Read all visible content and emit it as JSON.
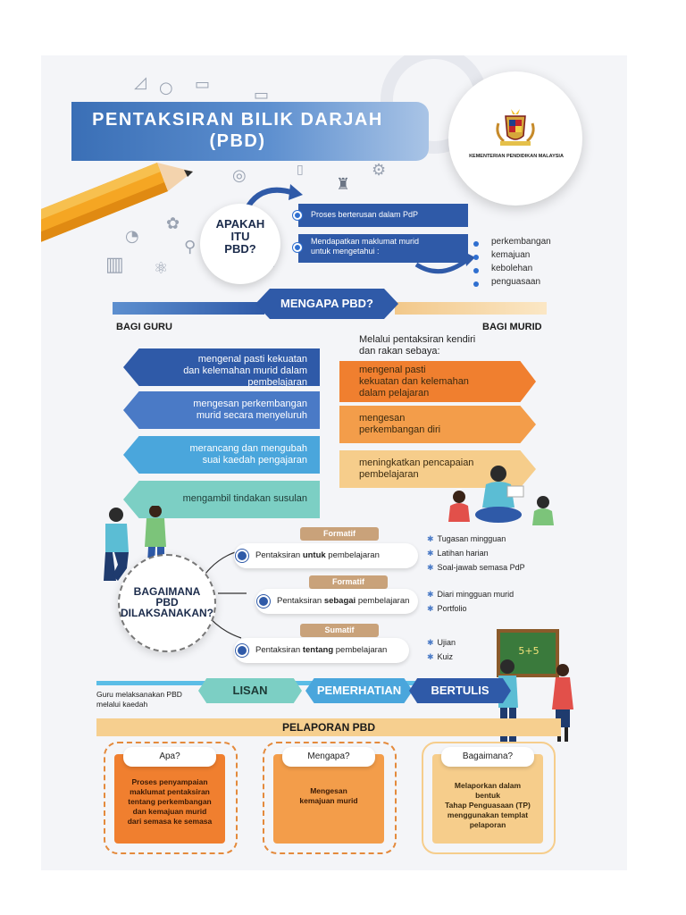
{
  "header": {
    "title": "PENTAKSIRAN BILIK DARJAH\n(PBD)",
    "title_line1": "PENTAKSIRAN BILIK DARJAH",
    "title_line2": "(PBD)",
    "ministry": "KEMENTERIAN PENDIDIKAN MALAYSIA"
  },
  "apakah": {
    "question_line1": "APAKAH",
    "question_line2": "ITU",
    "question_line3": "PBD?",
    "def1": "Proses berterusan dalam PdP",
    "def2_line1": "Mendapatkan maklumat murid",
    "def2_line2": "untuk mengetahui :",
    "knowledge": [
      "perkembangan",
      "kemajuan",
      "kebolehan",
      "penguasaan"
    ]
  },
  "mengapa": {
    "title": "MENGAPA PBD?",
    "guru_label": "BAGI GURU",
    "murid_label": "BAGI MURID",
    "murid_intro_line1": "Melalui pentaksiran kendiri",
    "murid_intro_line2": "dan rakan sebaya:",
    "guru_items": [
      {
        "l1": "mengenal pasti kekuatan",
        "l2": "dan kelemahan murid dalam",
        "l3": "pembelajaran"
      },
      {
        "l1": "mengesan perkembangan",
        "l2": "murid secara menyeluruh",
        "l3": ""
      },
      {
        "l1": "merancang dan mengubah",
        "l2": "suai kaedah pengajaran",
        "l3": ""
      },
      {
        "l1": "mengambil tindakan susulan",
        "l2": "",
        "l3": ""
      }
    ],
    "murid_items": [
      {
        "l1": "mengenal pasti",
        "l2": "kekuatan dan kelemahan",
        "l3": "dalam pelajaran"
      },
      {
        "l1": "mengesan",
        "l2": "perkembangan diri",
        "l3": ""
      },
      {
        "l1": "meningkatkan pencapaian",
        "l2": "pembelajaran",
        "l3": ""
      }
    ]
  },
  "bagaimana": {
    "q_line1": "BAGAIMANA",
    "q_line2": "PBD",
    "q_line3": "DILAKSANAKAN?",
    "rows": [
      {
        "tag": "Formatif",
        "pre": "Pentaksiran ",
        "bold": "untuk",
        "post": " pembelajaran",
        "items": [
          "Tugasan mingguan",
          "Latihan harian",
          "Soal-jawab semasa PdP"
        ]
      },
      {
        "tag": "Formatif",
        "pre": "Pentaksiran ",
        "bold": "sebagai",
        "post": " pembelajaran",
        "items": [
          "Diari mingguan murid",
          "Portfolio"
        ]
      },
      {
        "tag": "Sumatif",
        "pre": "Pentaksiran ",
        "bold": "tentang",
        "post": " pembelajaran",
        "items": [
          "Ujian",
          "Kuiz"
        ]
      }
    ]
  },
  "kaedah": {
    "intro_line1": "Guru melaksanakan PBD",
    "intro_line2": "melalui kaedah",
    "methods": [
      "LISAN",
      "PEMERHATIAN",
      "BERTULIS"
    ],
    "board_text": "5+5"
  },
  "pelaporan": {
    "title": "PELAPORAN PBD",
    "cards": [
      {
        "head": "Apa?",
        "lines": [
          "Proses penyampaian",
          "maklumat pentaksiran",
          "tentang perkembangan",
          "dan kemajuan murid",
          "dari semasa ke semasa"
        ]
      },
      {
        "head": "Mengapa?",
        "lines": [
          "Mengesan",
          "kemajuan murid"
        ]
      },
      {
        "head": "Bagaimana?",
        "lines": [
          "Melaporkan dalam",
          "bentuk",
          "Tahap Penguasaan (TP)",
          "menggunakan templat",
          "pelaporan"
        ]
      }
    ]
  },
  "colors": {
    "blue_dark": "#2f5aa8",
    "blue_mid": "#4a7ac6",
    "blue_light": "#4aa6dc",
    "teal": "#7ccfc4",
    "orange": "#f07f2f",
    "orange_light": "#f6cd8b",
    "tan": "#c9a27a"
  },
  "icons": [
    "pencil-icon",
    "crest-icon",
    "book-icon",
    "lightbulb-icon",
    "microscope-icon",
    "gear-icon",
    "chart-icon",
    "atom-icon",
    "teacher-figure",
    "student-figure",
    "chalkboard-icon"
  ]
}
